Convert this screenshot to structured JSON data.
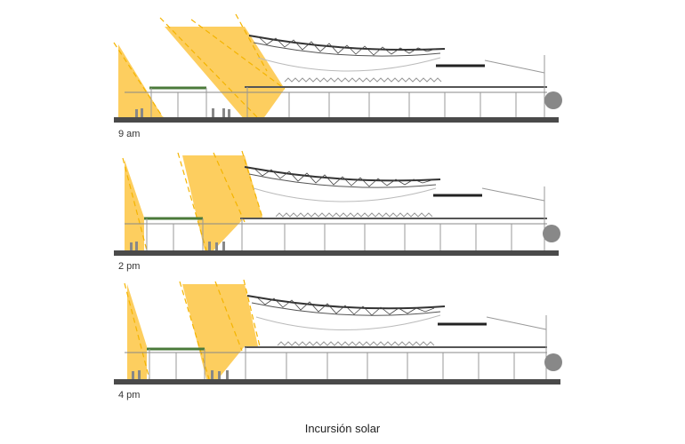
{
  "caption": "Incursión solar",
  "sections": [
    {
      "time": "9 am",
      "sun_angle": "morning"
    },
    {
      "time": "2 pm",
      "sun_angle": "afternoon"
    },
    {
      "time": "4 pm",
      "sun_angle": "late-afternoon"
    }
  ],
  "colors": {
    "sunlight": "#fdc543",
    "sun_ray": "#f4b400",
    "structure": "#555555",
    "light_structure": "#aaaaaa",
    "ground": "#4a4a4a",
    "roof_truss": "#333333"
  }
}
